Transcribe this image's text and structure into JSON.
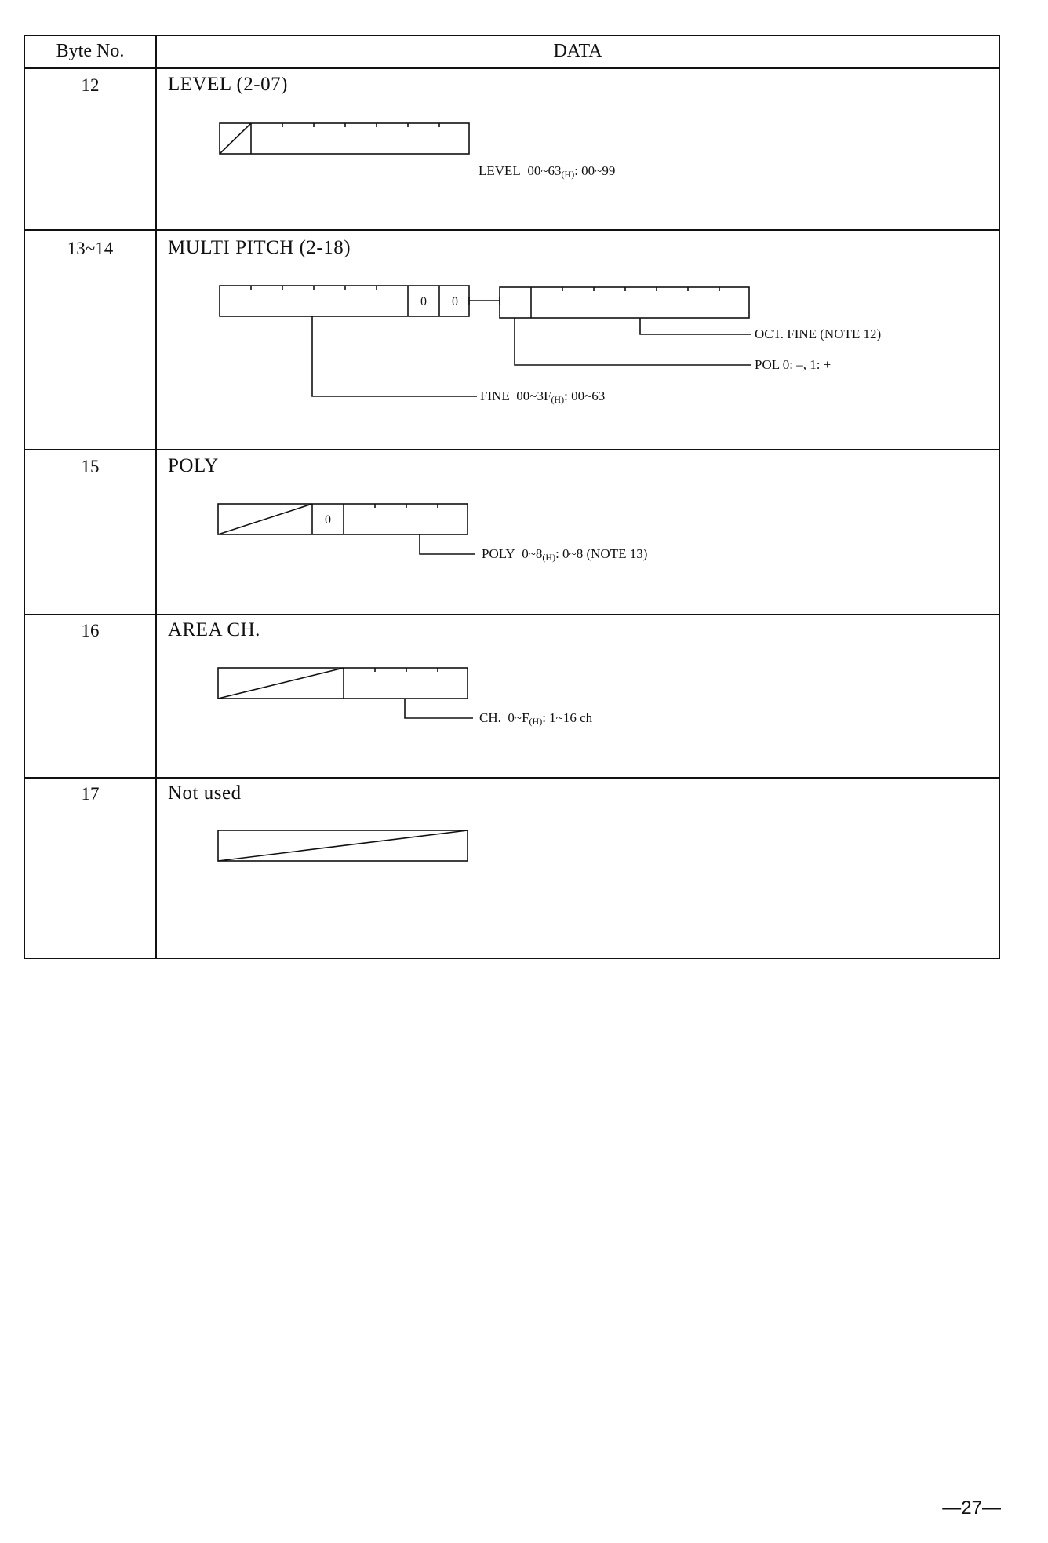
{
  "header": {
    "byte_no": "Byte No.",
    "data": "DATA"
  },
  "rows": [
    {
      "byte": "12",
      "title": "LEVEL (2-07)",
      "annotations": [
        {
          "name": "LEVEL",
          "range_a": "00~63",
          "sub": "(H)",
          "range_b": ": 00~99"
        }
      ]
    },
    {
      "byte": "13~14",
      "title": "MULTI PITCH (2-18)",
      "zero_bits": [
        "0",
        "0"
      ],
      "annotations": [
        {
          "text": "OCT. FINE (NOTE 12)"
        },
        {
          "text": "POL  0: –, 1: +"
        },
        {
          "name": "FINE",
          "range_a": "00~3F",
          "sub": "(H)",
          "range_b": ": 00~63"
        }
      ]
    },
    {
      "byte": "15",
      "title": "POLY",
      "zero_bits": [
        "0"
      ],
      "annotations": [
        {
          "name": "POLY",
          "range_a": "0~8",
          "sub": "(H)",
          "range_b": ": 0~8 (NOTE 13)"
        }
      ]
    },
    {
      "byte": "16",
      "title": "AREA CH.",
      "annotations": [
        {
          "name": "CH.",
          "range_a": "0~F",
          "sub": "(H)",
          "range_b": ": 1~16 ch"
        }
      ]
    },
    {
      "byte": "17",
      "title": "Not used"
    }
  ],
  "page_number": "—27—"
}
